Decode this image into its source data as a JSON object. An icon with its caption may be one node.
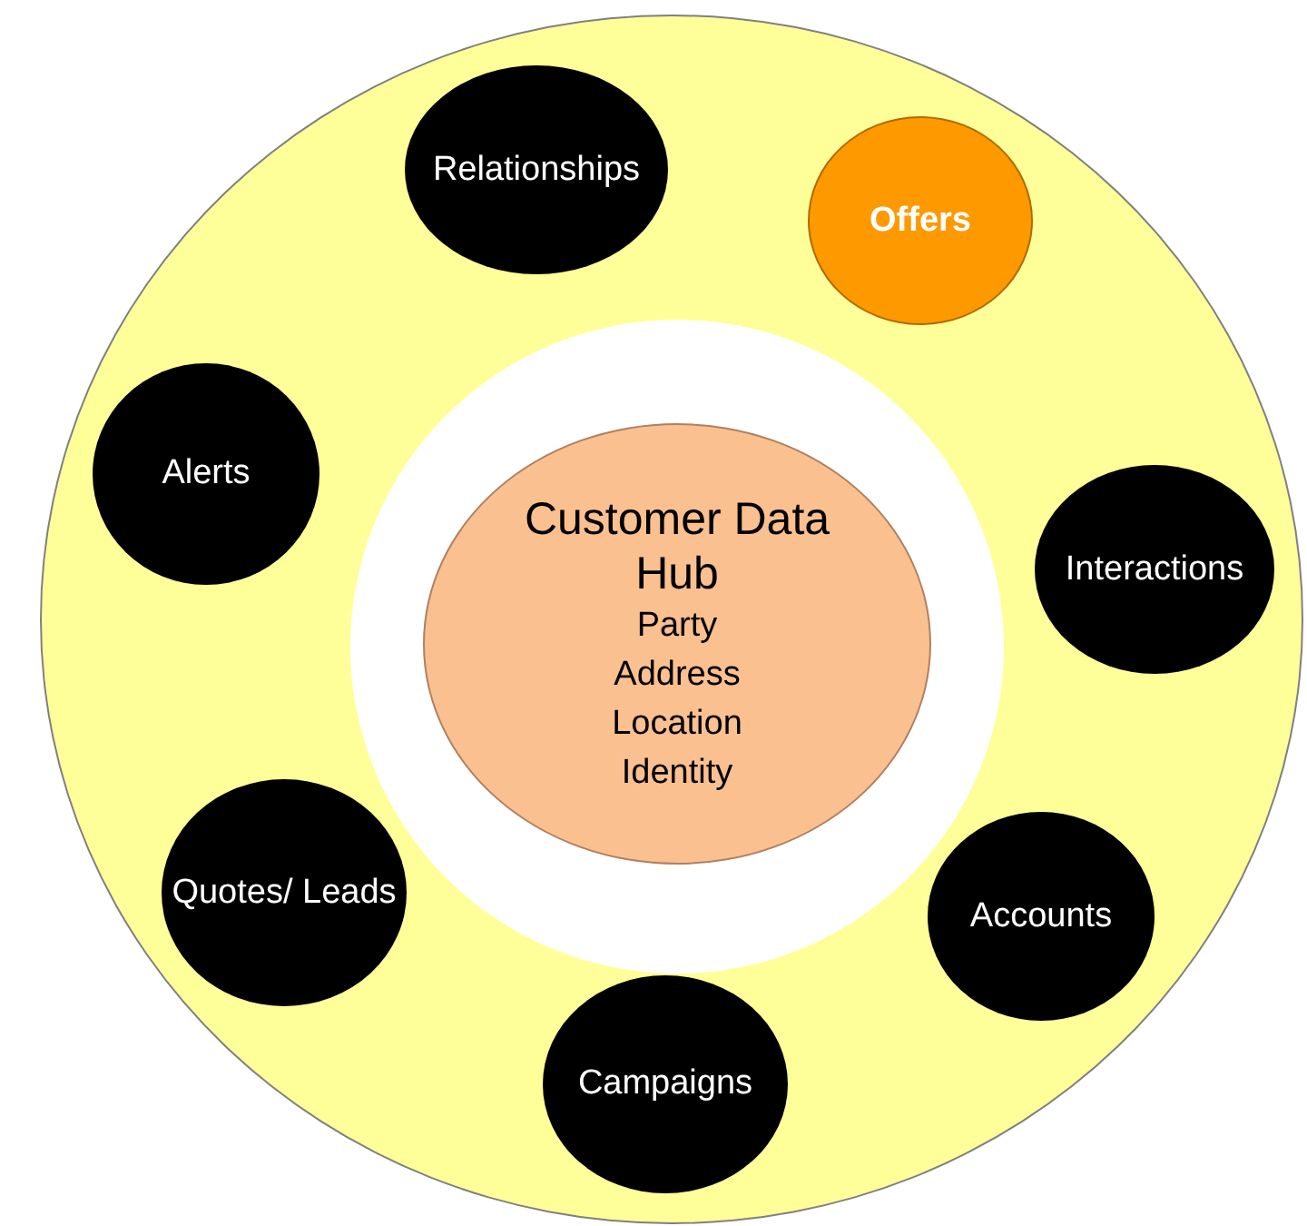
{
  "diagram": {
    "nodes": [
      {
        "text": [],
        "shape": "circle"
      },
      {
        "text": [],
        "shape": "circle",
        "in": 0
      },
      {
        "text": [
          "Customer Data Hub",
          "Party",
          "Address",
          "Location",
          "Identity"
        ],
        "in": 1
      },
      {
        "text": [
          "Relationships"
        ],
        "in": 0
      },
      {
        "text": [
          "Offers"
        ],
        "in": 0
      },
      {
        "text": [
          "Alerts"
        ],
        "in": 0
      },
      {
        "text": [
          "Interactions"
        ],
        "in": 0
      },
      {
        "text": [
          "Quotes/ Leads"
        ],
        "in": 0
      },
      {
        "text": [
          "Accounts"
        ],
        "in": 0
      },
      {
        "text": [
          "Campaigns"
        ],
        "in": 0
      }
    ]
  }
}
